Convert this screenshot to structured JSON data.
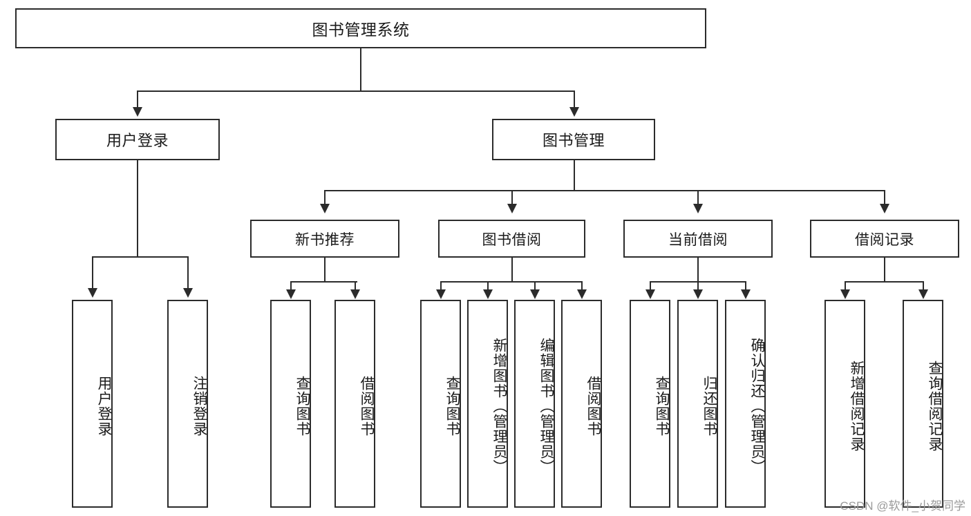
{
  "diagram": {
    "title": "图书管理系统",
    "type": "tree",
    "watermark": "CSDN @软件_小贺同学",
    "colors": {
      "stroke": "#2b2b2b",
      "fill": "#ffffff",
      "text": "#1a1a1a",
      "watermark": "#9a9a9a"
    },
    "nodes": {
      "root": {
        "label": "图书管理系统"
      },
      "level2": [
        {
          "id": "user-login",
          "label": "用户登录"
        },
        {
          "id": "book-manage",
          "label": "图书管理"
        }
      ],
      "level3": [
        {
          "id": "new-book-recommend",
          "label": "新书推荐"
        },
        {
          "id": "book-borrow",
          "label": "图书借阅"
        },
        {
          "id": "current-borrow",
          "label": "当前借阅"
        },
        {
          "id": "borrow-record",
          "label": "借阅记录"
        }
      ],
      "leaves": [
        {
          "id": "leaf-user-login",
          "label": "用户登录"
        },
        {
          "id": "leaf-logout",
          "label": "注销登录"
        },
        {
          "id": "leaf-query-book-1",
          "label": "查询图书"
        },
        {
          "id": "leaf-borrow-book-1",
          "label": "借阅图书"
        },
        {
          "id": "leaf-query-book-2",
          "label": "查询图书"
        },
        {
          "id": "leaf-add-book",
          "label": "新增图书（管理员）"
        },
        {
          "id": "leaf-edit-book",
          "label": "编辑图书（管理员）"
        },
        {
          "id": "leaf-borrow-book-2",
          "label": "借阅图书"
        },
        {
          "id": "leaf-query-book-3",
          "label": "查询图书"
        },
        {
          "id": "leaf-return-book",
          "label": "归还图书"
        },
        {
          "id": "leaf-confirm-return",
          "label": "确认归还（管理员）"
        },
        {
          "id": "leaf-add-record",
          "label": "新增借阅记录"
        },
        {
          "id": "leaf-query-record",
          "label": "查询借阅记录"
        }
      ]
    }
  }
}
